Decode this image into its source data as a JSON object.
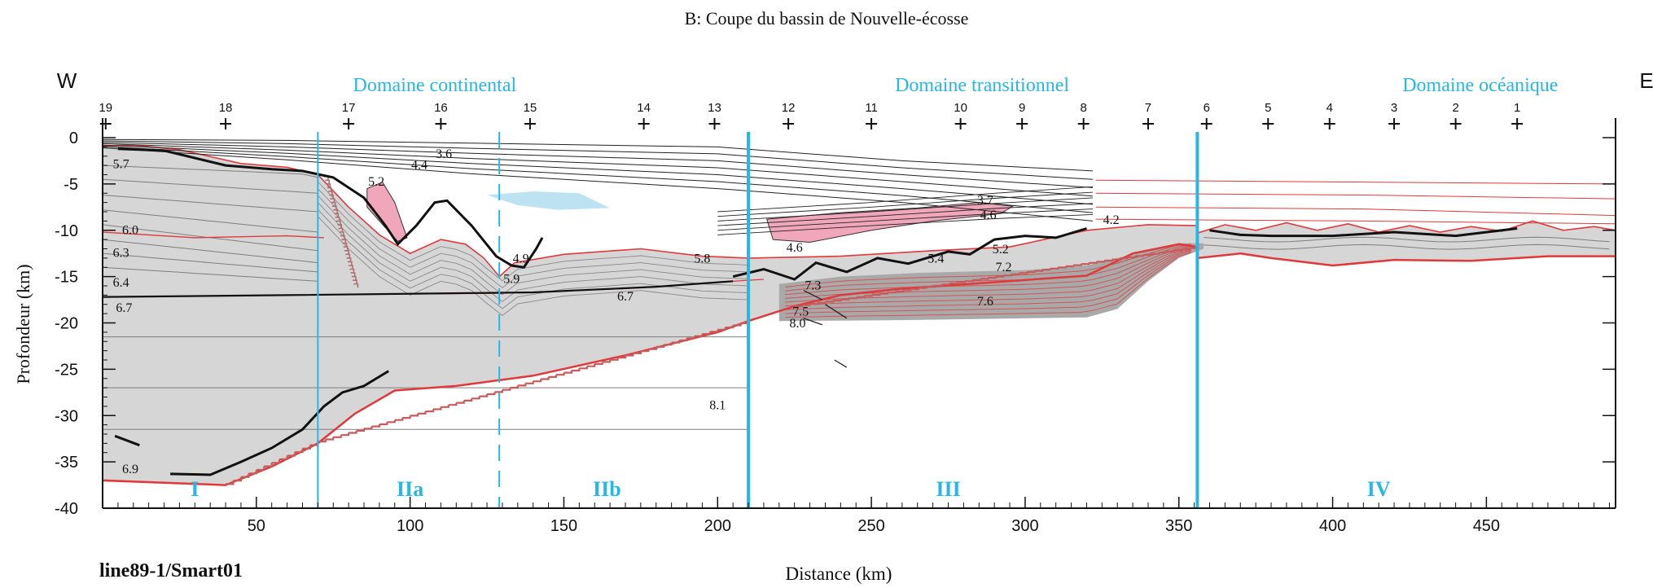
{
  "title": "B: Coupe du bassin de Nouvelle-écosse",
  "orientation": {
    "west": "W",
    "east": "E"
  },
  "domains": [
    {
      "label": "Domaine continental",
      "x_km": 108
    },
    {
      "label": "Domaine transitionnel",
      "x_km": 286
    },
    {
      "label": "Domaine océanique",
      "x_km": 448
    }
  ],
  "stations": [
    {
      "label": "19",
      "x_km": 1
    },
    {
      "label": "18",
      "x_km": 40
    },
    {
      "label": "17",
      "x_km": 80
    },
    {
      "label": "16",
      "x_km": 110
    },
    {
      "label": "15",
      "x_km": 139
    },
    {
      "label": "14",
      "x_km": 176
    },
    {
      "label": "13",
      "x_km": 199
    },
    {
      "label": "12",
      "x_km": 223
    },
    {
      "label": "11",
      "x_km": 250
    },
    {
      "label": "10",
      "x_km": 279
    },
    {
      "label": "9",
      "x_km": 299
    },
    {
      "label": "8",
      "x_km": 319
    },
    {
      "label": "7",
      "x_km": 340
    },
    {
      "label": "6",
      "x_km": 359
    },
    {
      "label": "5",
      "x_km": 379
    },
    {
      "label": "4",
      "x_km": 399
    },
    {
      "label": "3",
      "x_km": 420
    },
    {
      "label": "2",
      "x_km": 440
    },
    {
      "label": "1",
      "x_km": 460
    }
  ],
  "axes": {
    "ylabel": "Profondeur (km)",
    "xlabel": "Distance (km)",
    "x_range": [
      0,
      492
    ],
    "y_range": [
      -40,
      0
    ],
    "y_ticks": [
      0,
      -5,
      -10,
      -15,
      -20,
      -25,
      -30,
      -35,
      -40
    ],
    "x_ticks": [
      50,
      100,
      150,
      200,
      250,
      300,
      350,
      400,
      450
    ]
  },
  "zones": [
    {
      "label": "I",
      "x_km": 30
    },
    {
      "label": "IIa",
      "x_km": 100
    },
    {
      "label": "IIb",
      "x_km": 164
    },
    {
      "label": "III",
      "x_km": 275
    },
    {
      "label": "IV",
      "x_km": 415
    }
  ],
  "boundaries": [
    {
      "x_km": 70,
      "style": "thin"
    },
    {
      "x_km": 129,
      "style": "dashed"
    },
    {
      "x_km": 210,
      "style": "thick"
    },
    {
      "x_km": 356,
      "style": "thick"
    }
  ],
  "velocities": [
    {
      "label": "5.7",
      "x_km": 6,
      "depth_km": -3.3
    },
    {
      "label": "6.0",
      "x_km": 9,
      "depth_km": -10.4
    },
    {
      "label": "6.3",
      "x_km": 6,
      "depth_km": -12.9
    },
    {
      "label": "6.4",
      "x_km": 6,
      "depth_km": -16.1
    },
    {
      "label": "6.7",
      "x_km": 7,
      "depth_km": -18.8
    },
    {
      "label": "6.9",
      "x_km": 9,
      "depth_km": -36.2
    },
    {
      "label": "5.2",
      "x_km": 89,
      "depth_km": -5.2
    },
    {
      "label": "4.4",
      "x_km": 103,
      "depth_km": -3.4
    },
    {
      "label": "3.6",
      "x_km": 111,
      "depth_km": -2.2
    },
    {
      "label": "4.9",
      "x_km": 136,
      "depth_km": -13.5
    },
    {
      "label": "5.9",
      "x_km": 133,
      "depth_km": -15.7
    },
    {
      "label": "6.7",
      "x_km": 170,
      "depth_km": -17.6
    },
    {
      "label": "5.8",
      "x_km": 195,
      "depth_km": -13.5
    },
    {
      "label": "8.1",
      "x_km": 200,
      "depth_km": -29.3
    },
    {
      "label": "4.6",
      "x_km": 225,
      "depth_km": -12.3
    },
    {
      "label": "7.3",
      "x_km": 231,
      "depth_km": -16.4
    },
    {
      "label": "7.5",
      "x_km": 227,
      "depth_km": -19.2
    },
    {
      "label": "8.0",
      "x_km": 226,
      "depth_km": -20.5
    },
    {
      "label": "5.4",
      "x_km": 271,
      "depth_km": -13.5
    },
    {
      "label": "5.2",
      "x_km": 292,
      "depth_km": -12.5
    },
    {
      "label": "7.2",
      "x_km": 293,
      "depth_km": -14.4
    },
    {
      "label": "7.6",
      "x_km": 287,
      "depth_km": -18.1
    },
    {
      "label": "3.7",
      "x_km": 287,
      "depth_km": -7.2
    },
    {
      "label": "4.6",
      "x_km": 288,
      "depth_km": -8.8
    },
    {
      "label": "4.2",
      "x_km": 328,
      "depth_km": -9.3
    }
  ],
  "line_id": "line89-1/Smart01",
  "colors": {
    "crust": "#d6d6d6",
    "moho_red": "#e0393b",
    "salt_pink": "#f0a7bc",
    "accent_cyan": "#26b7e6",
    "line_black": "#111111"
  }
}
